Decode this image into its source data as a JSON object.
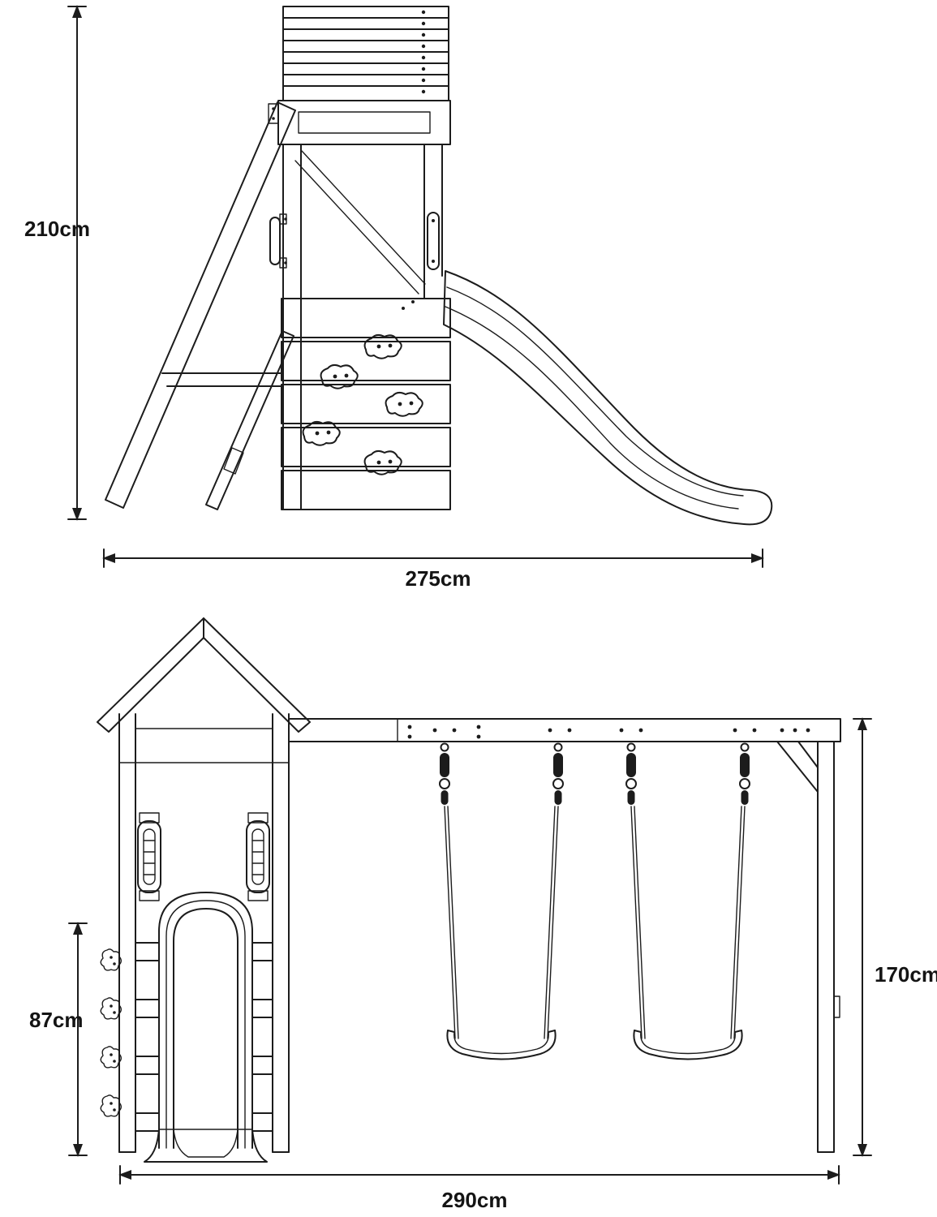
{
  "colors": {
    "line": "#1c1c1c",
    "background": "#ffffff"
  },
  "diagram": {
    "side_view": {
      "height_label": "210cm",
      "width_label": "275cm"
    },
    "front_view": {
      "platform_height_label": "87cm",
      "frame_height_label": "170cm",
      "width_label": "290cm"
    }
  }
}
